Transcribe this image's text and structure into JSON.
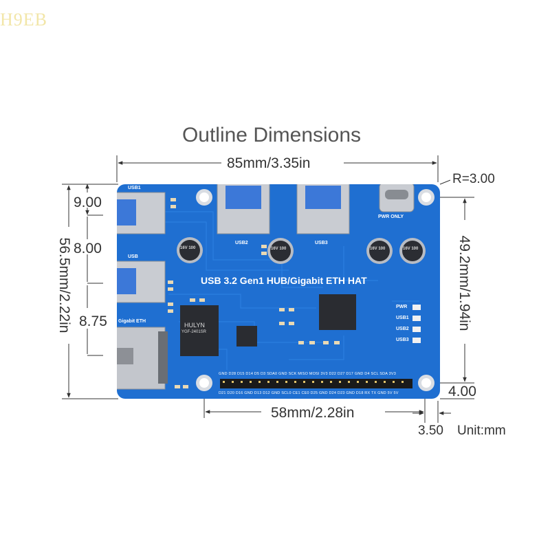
{
  "watermark": "H9EB",
  "title": "Outline Dimensions",
  "dimensions": {
    "overall_width": "85mm/3.35in",
    "corner_radius": "R=3.00",
    "usb1_top": "9.00",
    "usb_gap": "8.00",
    "eth_gap": "8.75",
    "overall_height": "56.5mm/2.22in",
    "hole_height": "49.2mm/1.94in",
    "hole_spacing": "58mm/2.28in",
    "bottom_offset": "4.00",
    "right_offset": "3.50",
    "unit": "Unit:mm"
  },
  "board": {
    "title": "USB 3.2 Gen1 HUB/Gigabit ETH HAT",
    "usb1_label": "USB1",
    "usb_label": "USB",
    "eth_label": "Gigabit ETH",
    "usb2_label": "USB2",
    "usb3_label": "USB3",
    "pwr_only_label": "PWR ONLY",
    "cap_label": "16V 100",
    "leds": [
      "PWR",
      "USB1",
      "USB2",
      "USB3"
    ],
    "transformer_brand": "HULYN",
    "transformer_part": "YGF-2401SR",
    "pins_top": "GND D28 D15 D14 D5 D3 SDA0 GND SCK MISO MOSI 3V3 D22 D27 D17 GND D4 SCL SDA 3V3",
    "pins_bottom": "D21 D20 D16 GND D13 D12 GND SCL0 CE1 CE0 D25 GND D24 D23 GND D18 RX TX GND 5V 5V"
  },
  "colors": {
    "pcb": "#1f6fd1",
    "pcb_dark": "#1758ad",
    "metal": "#c9ccd2",
    "text": "#333333"
  }
}
